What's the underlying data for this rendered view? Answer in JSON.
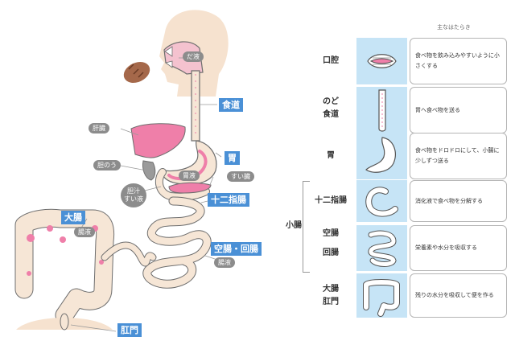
{
  "illustration": {
    "labels": {
      "saliva": "だ液",
      "esophagus": "食道",
      "liver": "肝臓",
      "stomach": "胃",
      "gastric_juice": "胃液",
      "gallbladder": "胆のう",
      "bile_pancreatic": "胆汁\nすい液",
      "pancreas": "すい臓",
      "duodenum": "十二指腸",
      "large_intestine": "大腸",
      "large_intestine_juice": "腸液",
      "jejunum_ileum": "空腸・回腸",
      "intestinal_juice": "腸液",
      "anus": "肛門"
    }
  },
  "table": {
    "title": "主なはたらき",
    "small_intestine_label": "小腸",
    "rows": [
      {
        "organ": "口腔",
        "icon": "mouth-icon",
        "description": "食べ物を飲み込みやすいように小さくする"
      },
      {
        "organ": "のど\n食道",
        "icon": "esophagus-icon",
        "description": "胃へ食べ物を送る"
      },
      {
        "organ": "胃",
        "icon": "stomach-icon",
        "description": "食べ物をドロドロにして、小腸に少しずつ送る"
      },
      {
        "organ": "十二指腸",
        "icon": "duodenum-icon",
        "description": "消化液で食べ物を分解する"
      },
      {
        "organ": "空腸\n\n回腸",
        "icon": "small-intestine-icon",
        "description": "栄養素や水分を吸収する"
      },
      {
        "organ": "大腸\n肛門",
        "icon": "large-intestine-icon",
        "description": "残りの水分を吸収して便を作る"
      }
    ]
  },
  "colors": {
    "organ_pink": "#ef7fa9",
    "tract_beige": "#f6e6d6",
    "outline": "#6e6e6e",
    "label_blue": "#4a90d6",
    "label_grey": "#8c8c8c",
    "icon_bg": "#c6e4f6",
    "skin": "#f6e2cf",
    "bread": "#a5684a"
  }
}
